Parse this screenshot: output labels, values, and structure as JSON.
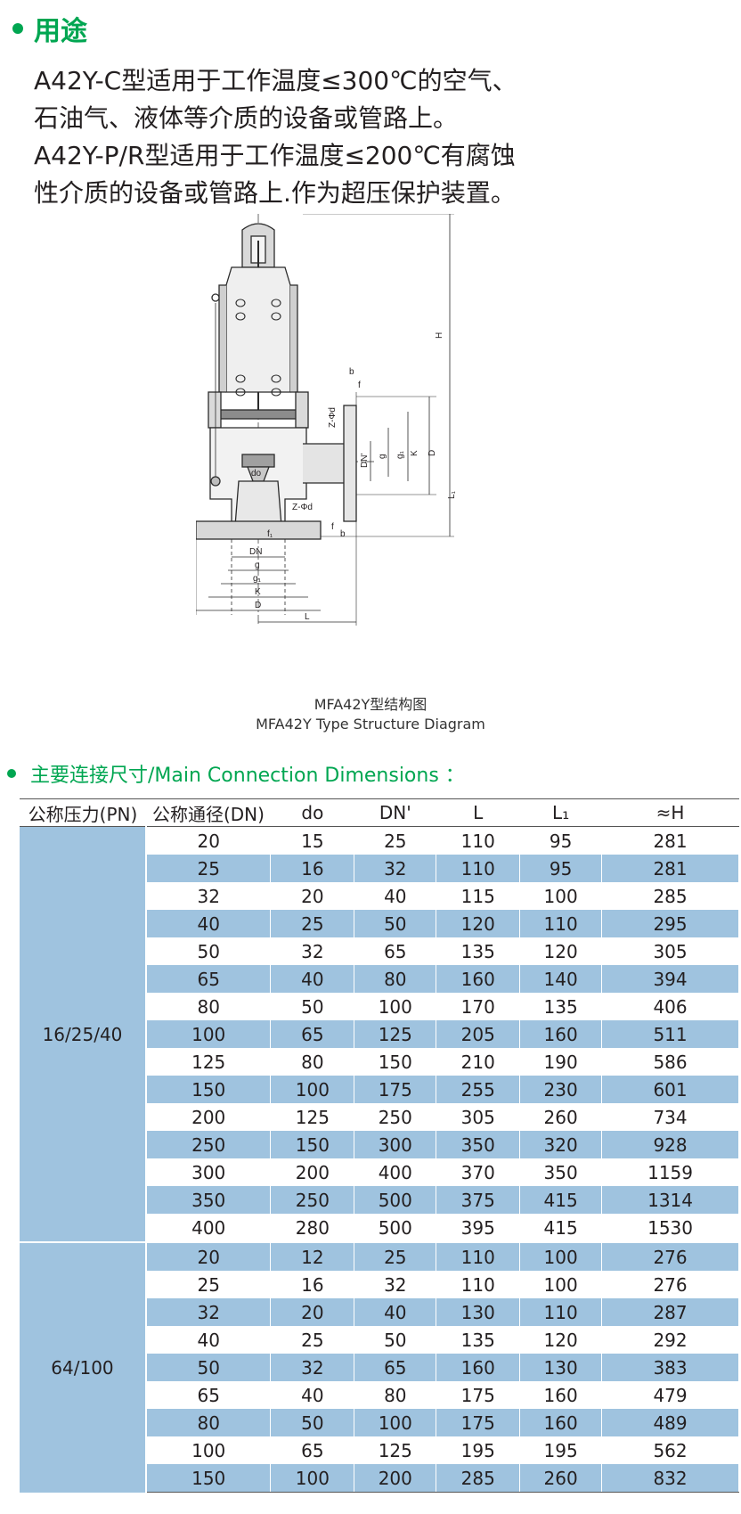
{
  "section1": {
    "title": "用途",
    "lines": [
      "A42Y-C型适用于工作温度≤300℃的空气、",
      "石油气、液体等介质的设备或管路上。",
      "A42Y-P/R型适用于工作温度≤200℃有腐蚀",
      "性介质的设备或管路上.作为超压保护装置。"
    ]
  },
  "diagram": {
    "labels": {
      "H": "H",
      "b": "b",
      "f": "f",
      "z_phi_d": "Z-Φd",
      "dn_prime": "DN'",
      "g": "g",
      "g1": "g₁",
      "K": "K",
      "D": "D",
      "L1": "L₁",
      "do": "do",
      "DN": "DN",
      "L": "L",
      "z_phi_d2": "Z-Φd",
      "f2": "f",
      "b2": "b",
      "f1": "f₁"
    },
    "caption_cn": "MFA42Y型结构图",
    "caption_en": "MFA42Y Type Structure Diagram"
  },
  "colors": {
    "accent_green": "#00a651",
    "row_blue": "#9fc3df"
  },
  "section2": {
    "title": "主要连接尺寸/Main Connection Dimensions ：",
    "headers": [
      "公称压力(PN)",
      "公称通径(DN)",
      "do",
      "DN'",
      "L",
      "L₁",
      "≈H"
    ],
    "groups": [
      {
        "pn": "16/25/40",
        "rows": [
          [
            "20",
            "15",
            "25",
            "110",
            "95",
            "281"
          ],
          [
            "25",
            "16",
            "32",
            "110",
            "95",
            "281"
          ],
          [
            "32",
            "20",
            "40",
            "115",
            "100",
            "285"
          ],
          [
            "40",
            "25",
            "50",
            "120",
            "110",
            "295"
          ],
          [
            "50",
            "32",
            "65",
            "135",
            "120",
            "305"
          ],
          [
            "65",
            "40",
            "80",
            "160",
            "140",
            "394"
          ],
          [
            "80",
            "50",
            "100",
            "170",
            "135",
            "406"
          ],
          [
            "100",
            "65",
            "125",
            "205",
            "160",
            "511"
          ],
          [
            "125",
            "80",
            "150",
            "210",
            "190",
            "586"
          ],
          [
            "150",
            "100",
            "175",
            "255",
            "230",
            "601"
          ],
          [
            "200",
            "125",
            "250",
            "305",
            "260",
            "734"
          ],
          [
            "250",
            "150",
            "300",
            "350",
            "320",
            "928"
          ],
          [
            "300",
            "200",
            "400",
            "370",
            "350",
            "1159"
          ],
          [
            "350",
            "250",
            "500",
            "375",
            "415",
            "1314"
          ],
          [
            "400",
            "280",
            "500",
            "395",
            "415",
            "1530"
          ]
        ]
      },
      {
        "pn": "64/100",
        "rows": [
          [
            "20",
            "12",
            "25",
            "110",
            "100",
            "276"
          ],
          [
            "25",
            "16",
            "32",
            "110",
            "100",
            "276"
          ],
          [
            "32",
            "20",
            "40",
            "130",
            "110",
            "287"
          ],
          [
            "40",
            "25",
            "50",
            "135",
            "120",
            "292"
          ],
          [
            "50",
            "32",
            "65",
            "160",
            "130",
            "383"
          ],
          [
            "65",
            "40",
            "80",
            "175",
            "160",
            "479"
          ],
          [
            "80",
            "50",
            "100",
            "175",
            "160",
            "489"
          ],
          [
            "100",
            "65",
            "125",
            "195",
            "195",
            "562"
          ],
          [
            "150",
            "100",
            "200",
            "285",
            "260",
            "832"
          ]
        ]
      }
    ]
  }
}
